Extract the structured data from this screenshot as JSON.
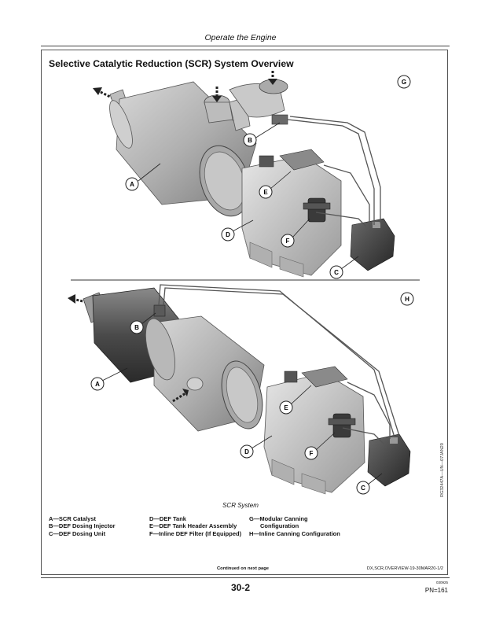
{
  "running_head": "Operate the Engine",
  "section_title": "Selective Catalytic Reduction (SCR) System Overview",
  "figure": {
    "callouts_top": [
      "G",
      "B",
      "A",
      "E",
      "D",
      "F",
      "C"
    ],
    "callouts_bottom": [
      "H",
      "B",
      "A",
      "E",
      "D",
      "F",
      "C"
    ],
    "caption": "SCR System",
    "code": "RG32447A—UN—07JAN20"
  },
  "legend": {
    "col1": [
      "A—SCR Catalyst",
      "B—DEF Dosing Injector",
      "C—DEF Dosing Unit"
    ],
    "col2": [
      "D—DEF Tank",
      "E—DEF Tank Header Assembly",
      "F—Inline DEF Filter (If Equipped)"
    ],
    "col3_line1": "G—Modular Canning",
    "col3_line2": "Configuration",
    "col3_line3": "H—Inline Canning Configuration"
  },
  "footer": {
    "continued": "Continued on next page",
    "doc_id": "DX,SCR,OVERVIEW-19-30MAR20-1/2",
    "small_code": "030925",
    "page_number": "30-2",
    "pn": "PN=161"
  }
}
